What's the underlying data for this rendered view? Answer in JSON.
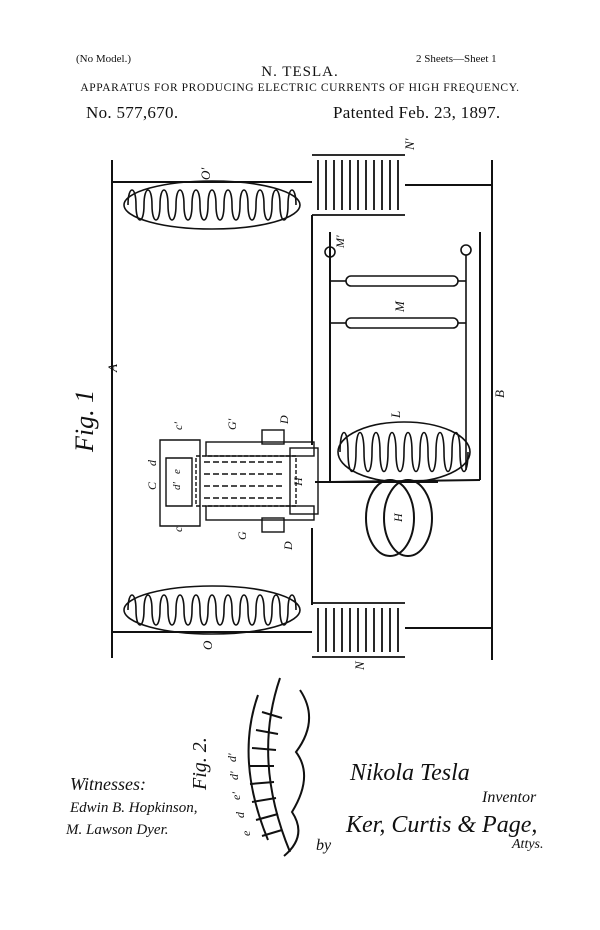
{
  "header": {
    "model_note": "(No Model.)",
    "sheets": "2 Sheets—Sheet 1",
    "inventor_name": "N. TESLA.",
    "title": "APPARATUS FOR PRODUCING ELECTRIC CURRENTS OF HIGH FREQUENCY.",
    "patent_number": "No. 577,670.",
    "patent_date": "Patented Feb. 23, 1897."
  },
  "figure1": {
    "fig_label": "Fig. 1",
    "labels": {
      "A": "A",
      "B": "B",
      "O_top": "O'",
      "O_bottom": "O",
      "N_top": "N'",
      "N_bottom": "N",
      "M_prime": "M'",
      "M": "M",
      "L": "L",
      "H_circle": "H",
      "H_core": "H",
      "D_top": "D",
      "D_bottom": "D",
      "G_top": "G'",
      "G_bottom": "G",
      "C": "C",
      "c_prime": "c'",
      "c": "c",
      "d": "d",
      "e": "e",
      "d_prime": "d'"
    }
  },
  "figure2": {
    "fig_label": "Fig. 2.",
    "labels": [
      "e",
      "d",
      "e'",
      "d'",
      "d'"
    ]
  },
  "signatures": {
    "witnesses_label": "Witnesses:",
    "witness_1": "Edwin B. Hopkinson,",
    "witness_2": "M. Lawson Dyer.",
    "inventor_sig": "Nikola Tesla",
    "inventor_role": "Inventor",
    "by": "by",
    "attorneys": "Ker, Curtis & Page,",
    "attys": "Attys."
  }
}
